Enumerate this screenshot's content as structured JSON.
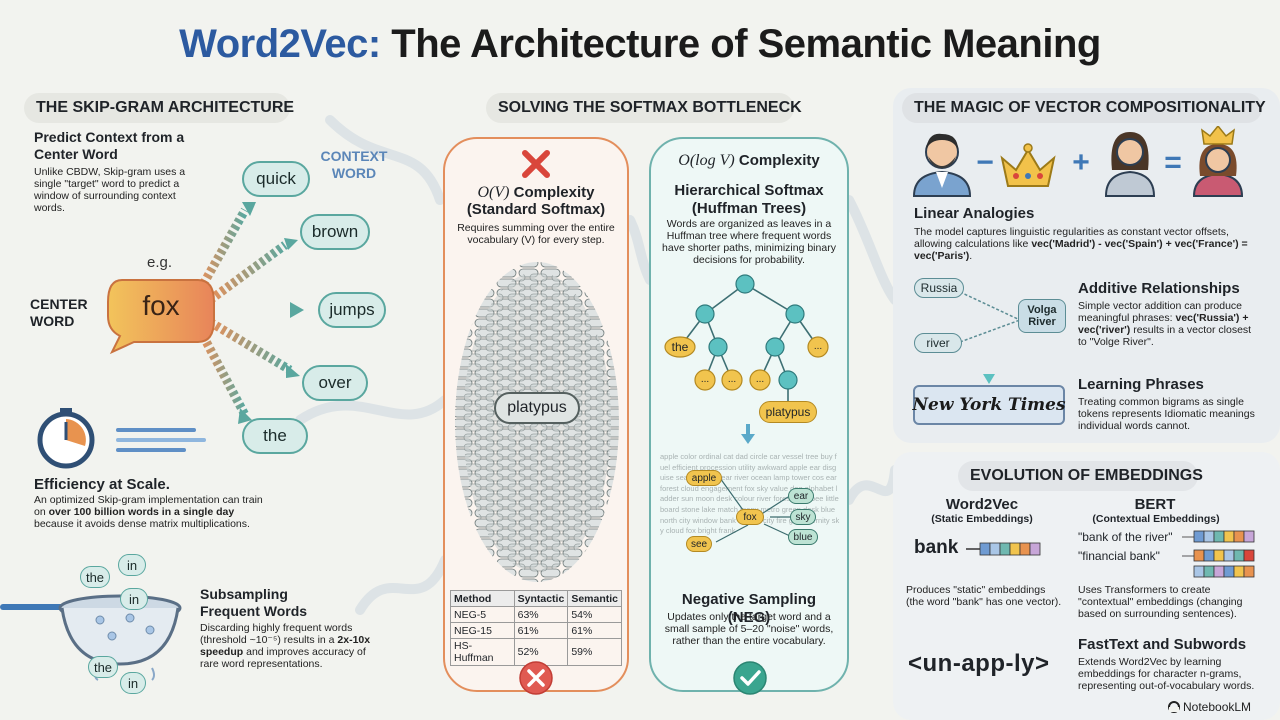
{
  "title": {
    "part1": "Word2Vec:",
    "part2": "The Architecture of Semantic Meaning"
  },
  "skipgram": {
    "section_title": "THE SKIP-GRAM ARCHITECTURE",
    "heading": "Predict Context from a Center Word",
    "description": "Unlike CBDW, Skip-gram uses a single \"target\" word to predict a window of surrounding context words.",
    "context_label": "CONTEXT WORD",
    "center_label": "CENTER WORD",
    "eg": "e.g.",
    "center_word": "fox",
    "context_words": [
      "quick",
      "brown",
      "jumps",
      "over",
      "the"
    ],
    "efficiency_heading": "Efficiency at Scale.",
    "efficiency_pre": "An optimized Skip-gram implementation can train on ",
    "efficiency_bold": "over 100 billion words in a single day",
    "efficiency_post": " because it avoids dense matrix multiplications.",
    "subsampling_heading": "Subsampling Frequent Words",
    "subsampling_pre": "Discarding highly frequent words (threshold ~10⁻⁵) results in a ",
    "subsampling_bold": "2x-10x speedup",
    "subsampling_post": " and improves accuracy of rare word representations.",
    "sieve_words": [
      "the",
      "in",
      "in",
      "the",
      "in"
    ]
  },
  "softmax": {
    "section_title": "SOLVING THE SOFTMAX BOTTLENECK",
    "left_complexity_math": "O(V)",
    "left_complexity_text": "Complexity",
    "left_subtitle": "(Standard Softmax)",
    "left_desc": "Requires summing over the entire vocabulary (V) for every step.",
    "platypus": "platypus",
    "right_complexity_math": "O(log V)",
    "right_complexity_text": "Complexity",
    "right_heading": "Hierarchical Softmax (Huffman Trees)",
    "right_desc": "Words are organized as leaves in a Huffman tree where frequent words have shorter paths, minimizing binary decisions for probability.",
    "tree_labels": {
      "the": "the",
      "dots": "...",
      "platypus": "platypus"
    },
    "neg_words": [
      "apple",
      "ear",
      "fox",
      "sky",
      "see",
      "blue"
    ],
    "neg_background_text": "apple color ordinal cat dad circle car vessel tree buy fuel efficient procession utility awkward apple ear disguise sea cast hill bear river ocean lamp tower cos ear forest cloud engagement fox sky value dog alphabet ladder sun moon desk colour river forest train bee little board stone lake match many metro green desk blue north city window bank Madrid city fire gold eternity sky cloud fox bright frank",
    "neg_heading": "Negative Sampling (NEG)",
    "neg_desc": "Updates only the target word and a small sample of 5–20 \"noise\" words, rather than the entire vocabulary.",
    "table": {
      "headers": [
        "Method",
        "Syntactic",
        "Semantic"
      ],
      "rows": [
        [
          "NEG-5",
          "63%",
          "54%"
        ],
        [
          "NEG-15",
          "61%",
          "61%"
        ],
        [
          "HS-Huffman",
          "52%",
          "59%"
        ]
      ]
    }
  },
  "composition": {
    "section_title": "THE MAGIC OF VECTOR COMPOSITIONALITY",
    "operators": [
      "−",
      "+",
      "="
    ],
    "linear_heading": "Linear Analogies",
    "linear_pre": "The model captures linguistic regularities as constant vector offsets, allowing calculations like ",
    "linear_bold": "vec('Madrid') - vec('Spain') + vec('France') = vec('Paris')",
    "linear_post": ".",
    "pills": [
      "Russia",
      "river"
    ],
    "volga": "Volga River",
    "additive_heading": "Additive Relationships",
    "additive_pre": "Simple vector addition can produce meaningful phrases: ",
    "additive_bold": "vec('Russia') + vec('river')",
    "additive_post": " results in a vector closest to \"Volge River\".",
    "nyt": "New York Times",
    "phrases_heading": "Learning Phrases",
    "phrases_desc": "Treating common bigrams as single tokens represents Idiomatic meanings individual words cannot."
  },
  "evolution": {
    "section_title": "EVOLUTION OF EMBEDDINGS",
    "w2v_title": "Word2Vec",
    "w2v_sub": "(Static Embeddings)",
    "bank": "bank",
    "w2v_desc": "Produces \"static\" embeddings (the word \"bank\" has one vector).",
    "bert_title": "BERT",
    "bert_sub": "(Contextual Embeddings)",
    "bert_phrases": [
      "\"bank of the river\"",
      "\"financial bank\""
    ],
    "bert_desc": "Uses Transformers to create \"contextual\" embeddings (changing based on surrounding sentences).",
    "fasttext_token": "<un-app-ly>",
    "fasttext_heading": "FastText and Subwords",
    "fasttext_desc": "Extends Word2Vec by learning embeddings for character n-grams, representing out-of-vocabulary words."
  },
  "brand": "NotebookLM",
  "colors": {
    "accent": "#2c5aa0",
    "teal": "#5aa79f",
    "orange": "#e38e5c",
    "red": "#d9463b",
    "check": "#3aa58f"
  }
}
